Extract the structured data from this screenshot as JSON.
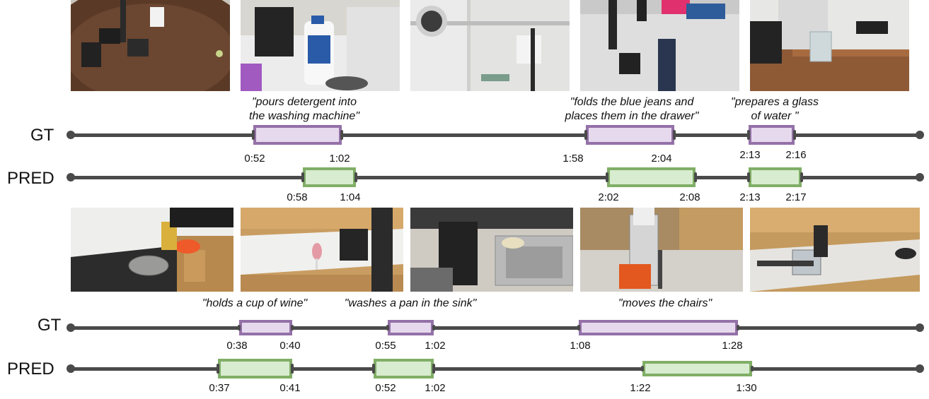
{
  "top": {
    "frames": [
      {
        "scene": "robot-arms-round-table-paper-towel"
      },
      {
        "scene": "robot-arms-detergent-bottle-washer"
      },
      {
        "scene": "washing-machine-laundry-room"
      },
      {
        "scene": "robot-arms-jeans-on-bed"
      },
      {
        "scene": "robot-arms-glass-of-water"
      }
    ],
    "captions": [
      "\"pours detergent into\nthe washing machine\"",
      "\"folds the blue jeans and\nplaces them in the drawer\"",
      "\"prepares a glass\nof water \""
    ],
    "gt_label": "GT",
    "pred_label": "PRED",
    "gt_segments": [
      {
        "start": "0:52",
        "end": "1:02"
      },
      {
        "start": "1:58",
        "end": "2:04"
      },
      {
        "start": "2:13",
        "end": "2:16"
      }
    ],
    "pred_segments": [
      {
        "start": "0:58",
        "end": "1:04"
      },
      {
        "start": "2:02",
        "end": "2:08"
      },
      {
        "start": "2:13",
        "end": "2:17"
      }
    ]
  },
  "bottom": {
    "frames": [
      {
        "scene": "robot-stove-frying-pan"
      },
      {
        "scene": "robot-kitchen-wine-glass"
      },
      {
        "scene": "robot-sink-washing-pan"
      },
      {
        "scene": "robot-cart-office-chairs"
      },
      {
        "scene": "robot-counter-laptop"
      }
    ],
    "captions": [
      "\"holds a cup of wine\"",
      "\"washes a pan in the sink\"",
      "\"moves the chairs\""
    ],
    "gt_label": "GT",
    "pred_label": "PRED",
    "gt_segments": [
      {
        "start": "0:38",
        "end": "0:40"
      },
      {
        "start": "0:55",
        "end": "1:02"
      },
      {
        "start": "1:08",
        "end": "1:28"
      }
    ],
    "pred_segments": [
      {
        "start": "0:37",
        "end": "0:41"
      },
      {
        "start": "0:52",
        "end": "1:02"
      },
      {
        "start": "1:22",
        "end": "1:30"
      }
    ]
  },
  "colors": {
    "timeline": "#4a4a4a",
    "gt_fill": "#e6d9ee",
    "gt_border": "#9471a8",
    "pred_fill": "#d8eccf",
    "pred_border": "#80ae66"
  }
}
